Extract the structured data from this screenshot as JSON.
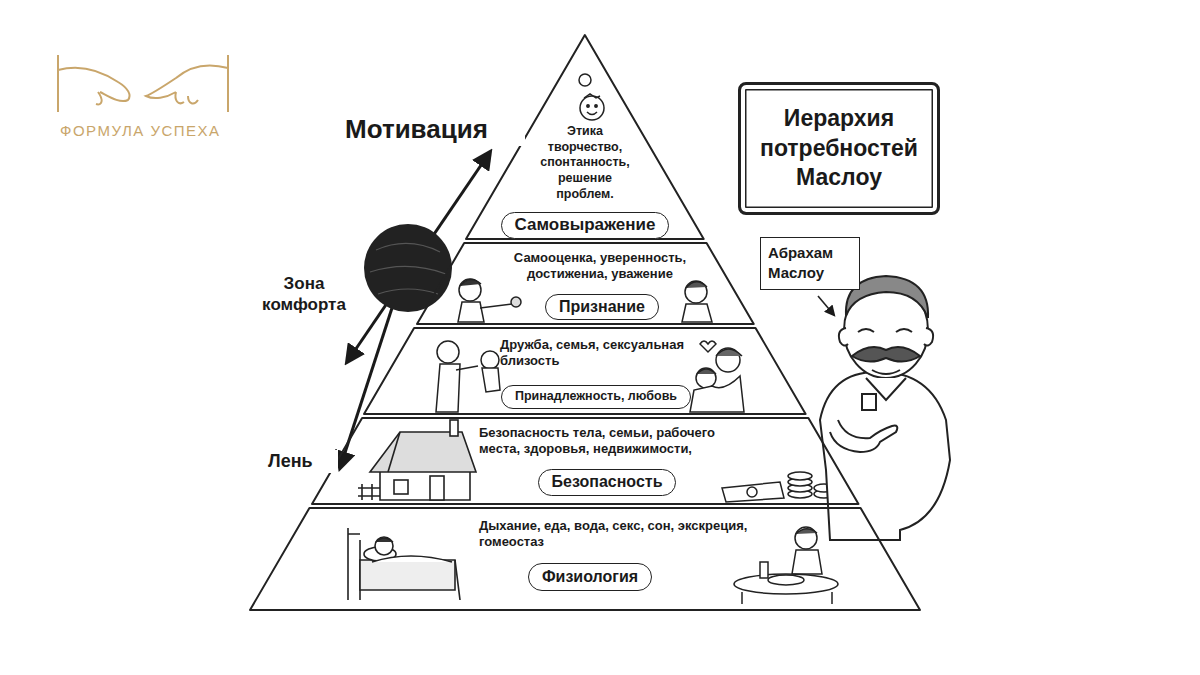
{
  "diagram": {
    "nodes": [
      {
        "text": [
          "Иерархия потребностей Маслоу"
        ]
      },
      {
        "text": [
          "Этика творчество, спонтанность, решение проблем."
        ]
      },
      {
        "text": [
          "Самовыражение"
        ],
        "in": 1
      },
      {
        "text": [
          "Самооценка, уверенность, достижениа, уважение"
        ]
      },
      {
        "text": [
          "Признание"
        ],
        "in": 3
      },
      {
        "text": [
          "Дружба, семья, сексуальная близость"
        ]
      },
      {
        "text": [
          "Принадлежность, любовь"
        ],
        "in": 5
      },
      {
        "text": [
          "Безопасность тела, семьи, рабочего места, здоровья, недвижимости,"
        ]
      },
      {
        "text": [
          "Безопасность"
        ],
        "in": 7
      },
      {
        "text": [
          "Дыхание, еда, вода, секс, сон, экскреция, гомеостаз"
        ]
      },
      {
        "text": [
          "Физиология"
        ],
        "in": 9
      },
      {
        "text": [
          "Абрахам Маслоу"
        ]
      }
    ],
    "labels": [
      "ФОРМУЛА УСПЕХА",
      "Мотивация",
      "Зона комфорта",
      "Лень"
    ]
  }
}
